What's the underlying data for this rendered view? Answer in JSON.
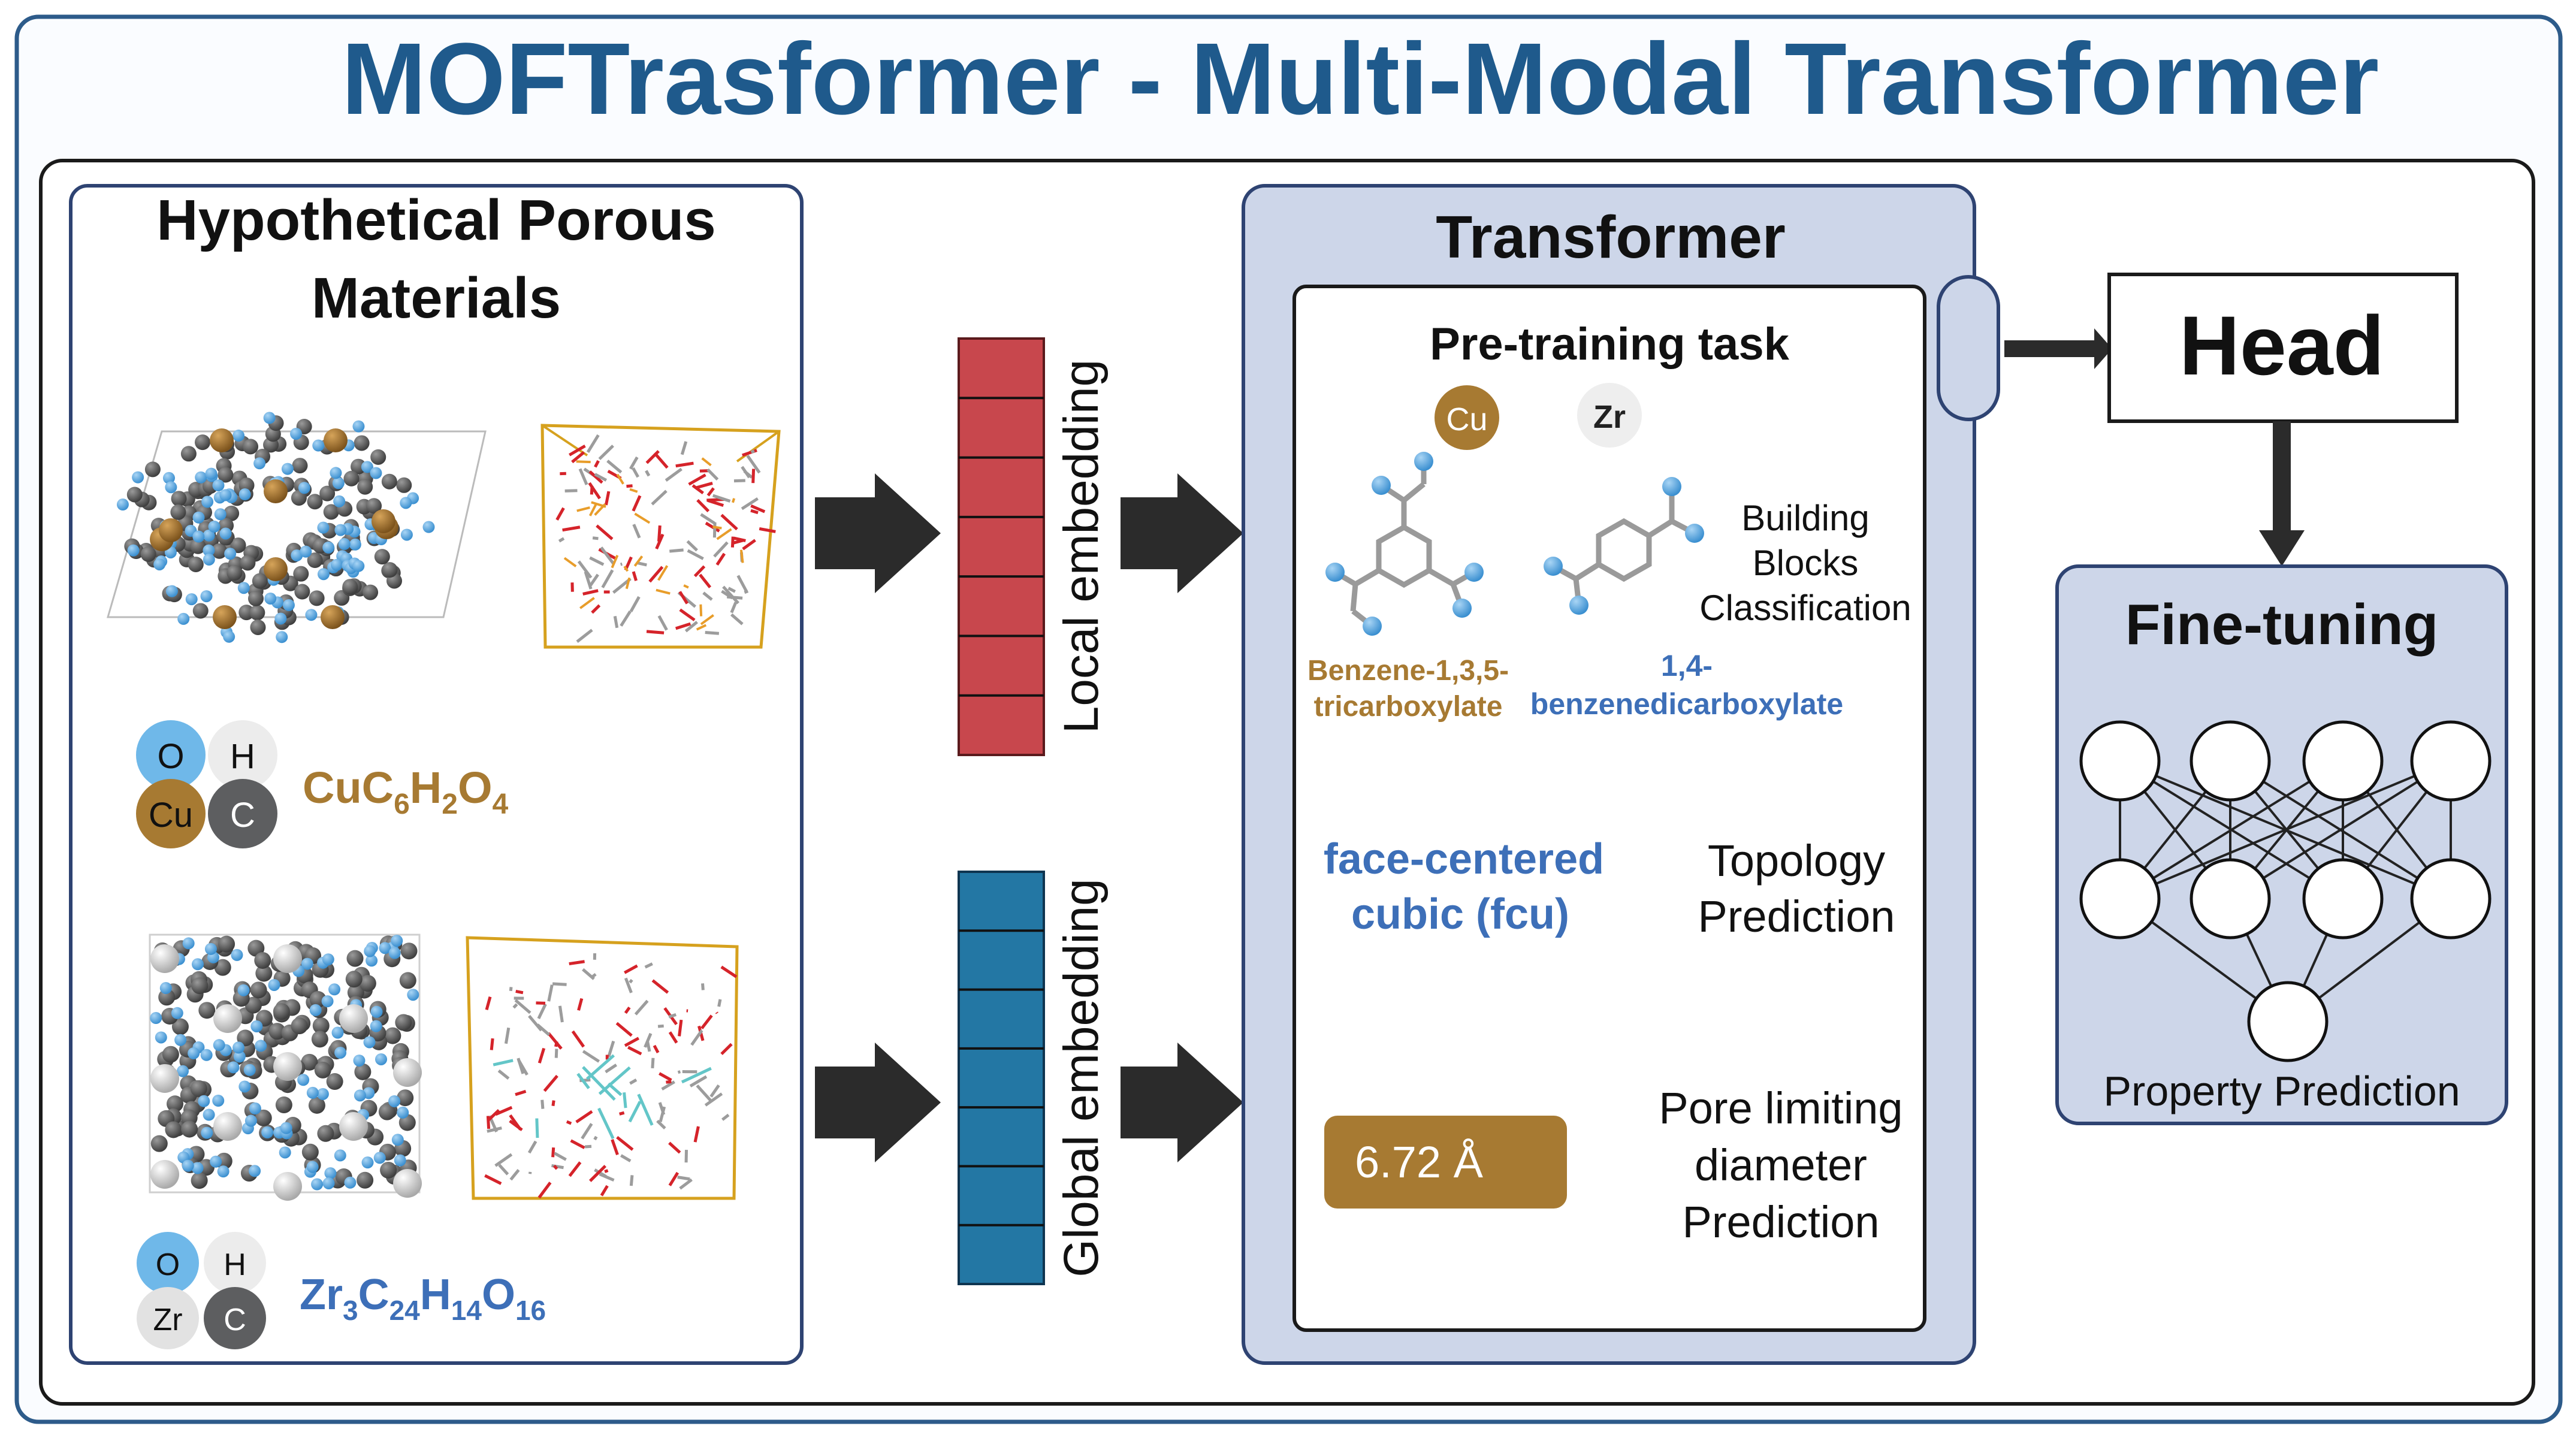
{
  "title": "MOFTrasformer - Multi-Modal Transformer",
  "materials": {
    "heading_line1": "Hypothetical Porous",
    "heading_line2": "Materials",
    "legend_atoms_1": [
      "O",
      "H",
      "Cu",
      "C"
    ],
    "formula_1": {
      "base": "CuC",
      "s1": "6",
      "m1": "H",
      "s2": "2",
      "m2": "O",
      "s3": "4"
    },
    "legend_atoms_2": [
      "O",
      "H",
      "Zr",
      "C"
    ],
    "formula_2": {
      "base": "Zr",
      "s1": "3",
      "m1": "C",
      "s2": "24",
      "m2": "H",
      "s3": "14",
      "m3": "O",
      "s4": "16"
    }
  },
  "embeddings": {
    "local_label": "Local embedding",
    "global_label": "Global embedding",
    "local_color": "#c8474d",
    "global_color": "#2377a4"
  },
  "transformer": {
    "heading": "Transformer",
    "pretraining_heading": "Pre-training task",
    "metal_cu": "Cu",
    "metal_zr": "Zr",
    "bb_task_line1": "Building",
    "bb_task_line2": "Blocks",
    "bb_task_line3": "Classification",
    "linker1_line1": "Benzene-1,3,5-",
    "linker1_line2": "tricarboxylate",
    "linker2_line1": "1,4-",
    "linker2_line2": "benzenedicarboxylate",
    "topology_value_line1": "face-centered",
    "topology_value_line2": "cubic (fcu)",
    "topology_task_line1": "Topology",
    "topology_task_line2": "Prediction",
    "pld_value": "6.72 Å",
    "pld_task_line1": "Pore limiting",
    "pld_task_line2": "diameter",
    "pld_task_line3": "Prediction"
  },
  "head": {
    "label": "Head"
  },
  "finetuning": {
    "heading": "Fine-tuning",
    "caption": "Property Prediction"
  },
  "colors": {
    "title_blue": "#1f5a8c",
    "panel_fill": "#cdd6e9",
    "panel_border": "#2e4372",
    "copper": "#a77a32",
    "oxygen_blue": "#4ea3de",
    "carbon_gray": "#5f6062",
    "hydrogen_white": "#eeeeee",
    "zr_white": "#e2e2e2",
    "linker_blue": "#3d6fb8"
  }
}
